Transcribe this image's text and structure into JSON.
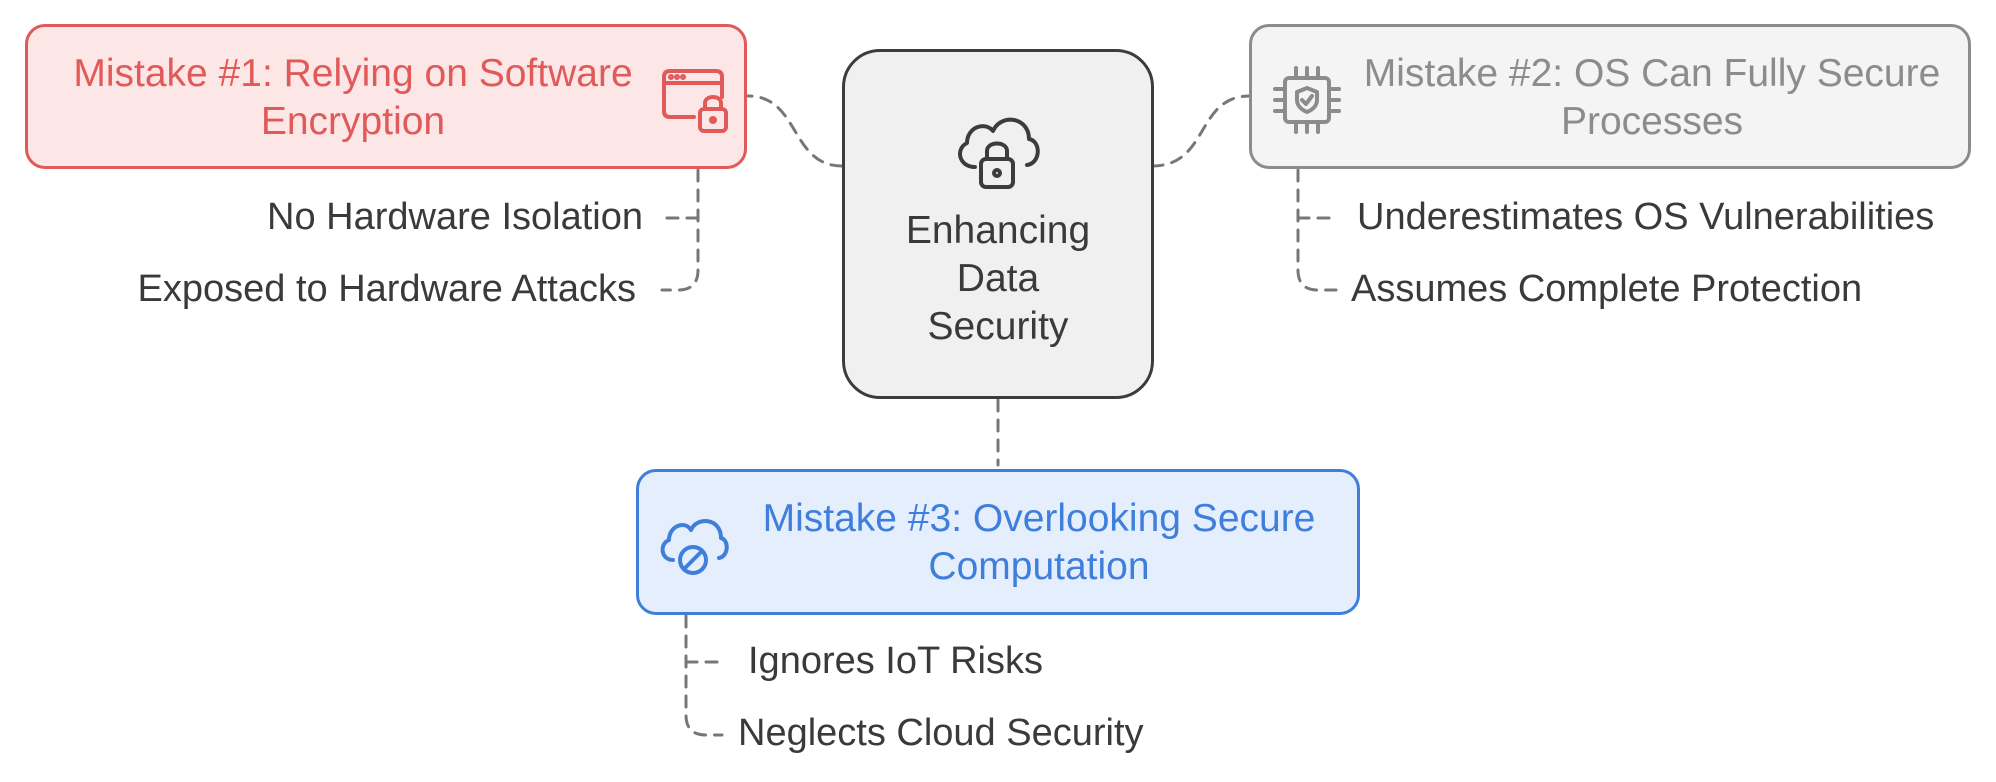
{
  "center": {
    "lines": [
      "Enhancing",
      "Data",
      "Security"
    ],
    "icon": "cloud-lock-icon"
  },
  "mistake1": {
    "title_lines": [
      "Mistake #1: Relying on Software",
      "Encryption"
    ],
    "icon": "browser-lock-icon",
    "color": "#e05a5a",
    "fill": "#fde6e6",
    "items": [
      "No Hardware Isolation",
      "Exposed to Hardware Attacks"
    ]
  },
  "mistake2": {
    "title_lines": [
      "Mistake #2: OS Can Fully Secure",
      "Processes"
    ],
    "icon": "chip-shield-icon",
    "color": "#8c8c8c",
    "fill": "#f4f4f4",
    "items": [
      "Underestimates OS Vulnerabilities",
      "Assumes Complete Protection"
    ]
  },
  "mistake3": {
    "title_lines": [
      "Mistake #3: Overlooking Secure",
      "Computation"
    ],
    "icon": "cloud-blocked-icon",
    "color": "#3f7fdb",
    "fill": "#e4eefc",
    "items": [
      "Ignores IoT Risks",
      "Neglects Cloud Security"
    ]
  }
}
